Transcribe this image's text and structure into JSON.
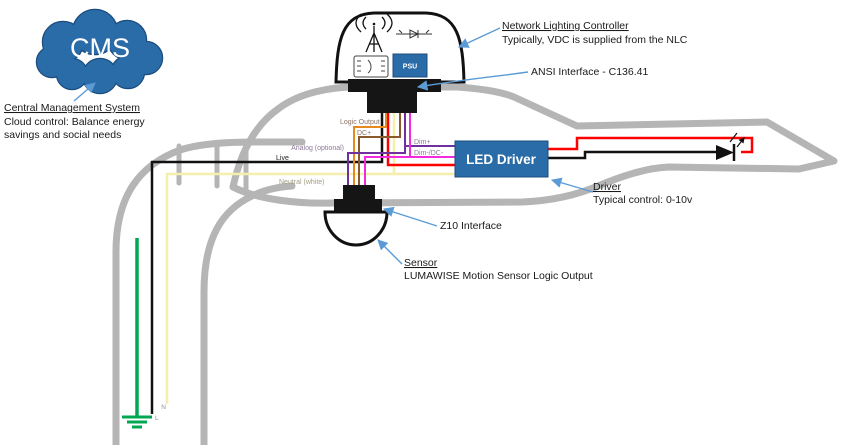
{
  "cms": {
    "cloud_label": "CMS",
    "title": "Central Management System",
    "desc_line1": "Cloud control: Balance energy",
    "desc_line2": "savings and social needs"
  },
  "nlc": {
    "title": "Network Lighting Controller",
    "desc": "Typically, VDC is supplied from the NLC",
    "ansi_label": "ANSI Interface - C136.41",
    "psu_label": "PSU"
  },
  "driver": {
    "box_label": "LED Driver",
    "title": "Driver",
    "desc": "Typical control: 0-10v"
  },
  "sensor": {
    "z10_label": "Z10 Interface",
    "title": "Sensor",
    "desc": "LUMAWISE Motion Sensor Logic Output"
  },
  "wires": {
    "logic_output": "Logic Output",
    "dc_plus": "DC+",
    "analog": "Analog (optional)",
    "live": "Live",
    "neutral": "Neutral (white)",
    "dim_plus": "Dim+",
    "dim_minus": "Dim-/DC-",
    "neutral_short": "N",
    "live_short": "L"
  },
  "colors": {
    "brand_blue": "#2a6ca8",
    "brand_blue_dark": "#1c4d7e",
    "arrow_blue": "#5b9bd5",
    "outline_gray": "#b5b5b5",
    "wire_orange": "#e8891d",
    "wire_brown": "#8a5a2a",
    "wire_red": "#ff0000",
    "wire_purple": "#7030a0",
    "wire_magenta": "#f22be0",
    "wire_yellow": "#f5efae",
    "wire_green": "#00a651",
    "wire_black": "#111111"
  }
}
